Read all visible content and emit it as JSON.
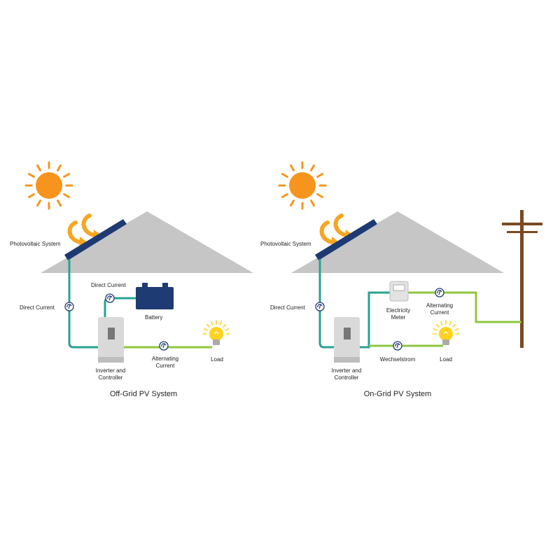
{
  "colors": {
    "roof": "#c6c6c6",
    "panel": "#1e3a73",
    "sun": "#f7941d",
    "arrow": "#f5a623",
    "dc_wire": "#2aa191",
    "ac_wire": "#8cc63f",
    "inverter": "#d9d9d9",
    "battery": "#1f3b73",
    "bulb": "#ffd21f",
    "pole": "#7a4a22"
  },
  "offgrid": {
    "photovoltaic_label": "Photovoltaic System",
    "direct_current_left": "Direct Current",
    "direct_current_top": "Direct Current",
    "battery_label": "Battery",
    "inverter_label": [
      "Inverter and",
      "Controller"
    ],
    "ac_label": [
      "Alternating",
      "Current"
    ],
    "load_label": "Load",
    "caption": "Off-Grid PV System"
  },
  "ongrid": {
    "photovoltaic_label": "Photovoltaic System",
    "direct_current_left": "Direct Current",
    "meter_label": [
      "Electricity",
      "Meter"
    ],
    "ac_label": [
      "Alternating",
      "Current"
    ],
    "inverter_label": [
      "Inverter and",
      "Controller"
    ],
    "wechselstrom_label": "Wechselstrom",
    "load_label": "Load",
    "caption": "On-Grid PV System"
  }
}
